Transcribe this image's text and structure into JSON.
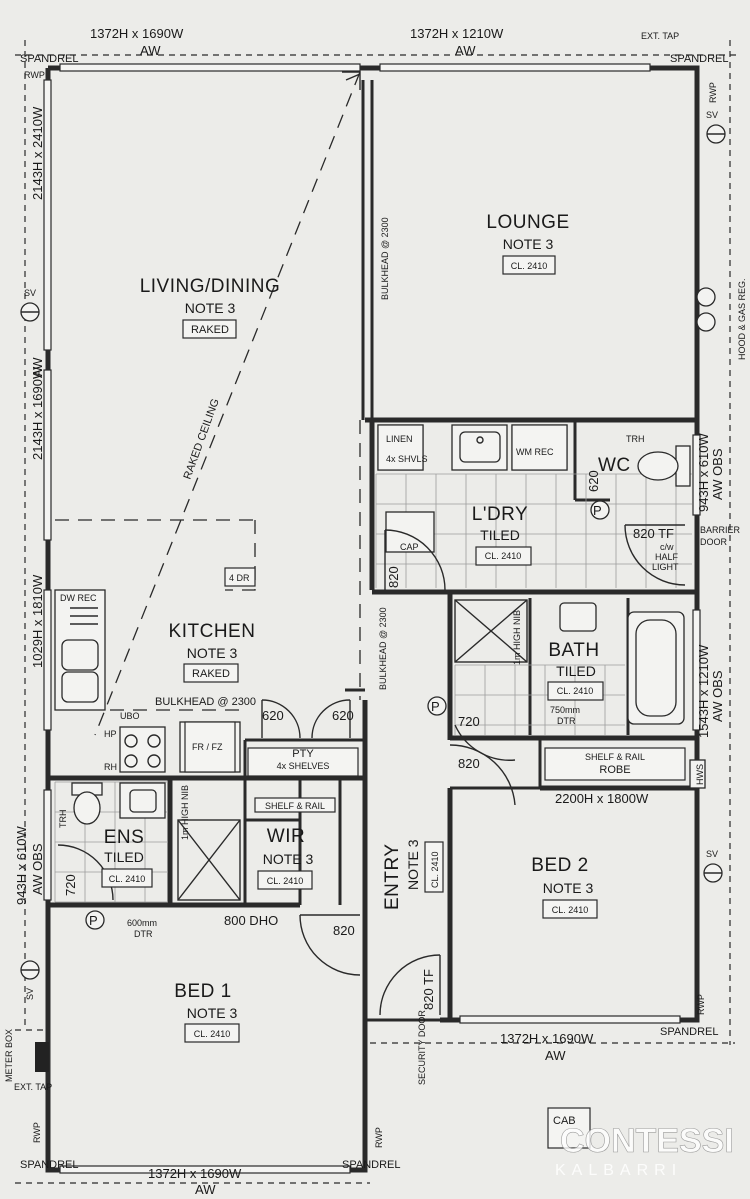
{
  "rooms": {
    "living": {
      "name": "LIVING/DINING",
      "note": "NOTE 3",
      "ceiling": "RAKED"
    },
    "lounge": {
      "name": "LOUNGE",
      "note": "NOTE 3",
      "ceiling": "CL. 2410"
    },
    "kitchen": {
      "name": "KITCHEN",
      "note": "NOTE 3",
      "ceiling": "RAKED"
    },
    "laundry": {
      "name": "L'DRY",
      "finish": "TILED",
      "ceiling": "CL. 2410"
    },
    "wc": {
      "name": "WC"
    },
    "bath": {
      "name": "BATH",
      "finish": "TILED",
      "ceiling": "CL. 2410"
    },
    "ensuite": {
      "name": "ENS",
      "finish": "TILED",
      "ceiling": "CL. 2410"
    },
    "wir": {
      "name": "WIR",
      "note": "NOTE 3",
      "ceiling": "CL. 2410"
    },
    "entry": {
      "name": "ENTRY",
      "note": "NOTE 3",
      "ceiling": "CL. 2410"
    },
    "bed1": {
      "name": "BED 1",
      "note": "NOTE 3",
      "ceiling": "CL. 2410"
    },
    "bed2": {
      "name": "BED 2",
      "note": "NOTE 3",
      "ceiling": "CL. 2410"
    }
  },
  "windows": {
    "top_left": "1372H x 1690W",
    "top_right": "1372H x 1210W",
    "left_1": "2143H x 2410W",
    "left_2": "2143H x 1690W",
    "left_3": "1029H x 1810W",
    "left_4": "943H x 610W",
    "right_1": "943H x 610W",
    "right_2": "1543H x 1210W",
    "bed2_robe": "2200H x 1800W",
    "bottom_mid": "1372H x 1690W",
    "bottom_left": "1372H x 1690W",
    "aw": "AW",
    "aw_obs": "AW OBS"
  },
  "labels": {
    "spandrel": "SPANDREL",
    "rwp": "RWP",
    "sv": "SV",
    "ext_tap": "EXT. TAP",
    "hood_gas": "HOOD & GAS REG.",
    "bulkhead_lounge": "BULKHEAD @ 2300",
    "bulkhead_entry": "BULKHEAD @ 2300",
    "bulkhead_kitchen": "BULKHEAD @ 2300",
    "raked_ceiling": "RAKED CEILING",
    "dw_rec": "DW REC",
    "four_dr": "4 DR",
    "ubo": "UBO",
    "hp": "HP",
    "rh": "RH",
    "fr_fz": "FR / FZ",
    "pty": "PTY",
    "pty_shelves": "4x SHELVES",
    "linen": "LINEN",
    "linen_shelves": "4x SHVLS",
    "wm_rec": "WM REC",
    "trh": "TRH",
    "cap": "CAP",
    "tf_820": "820 TF",
    "cw": "c/w",
    "half": "HALF",
    "light": "LIGHT",
    "barrier": "BARRIER",
    "door": "DOOR",
    "one_m_high_nib": "1m HIGH NIB",
    "dtr_750": "750mm",
    "dtr": "DTR",
    "dtr_600": "600mm",
    "shelf_rail": "SHELF & RAIL",
    "robe": "ROBE",
    "hws": "HWS",
    "dho_800": "800 DHO",
    "security_door": "SECURITY DOOR",
    "meter_box": "METER BOX",
    "cab": "CAB",
    "p": "P",
    "d820": "820",
    "d620": "620",
    "d720": "720"
  },
  "watermark": {
    "brand": "CONTESSI",
    "location": "KALBARRI"
  }
}
